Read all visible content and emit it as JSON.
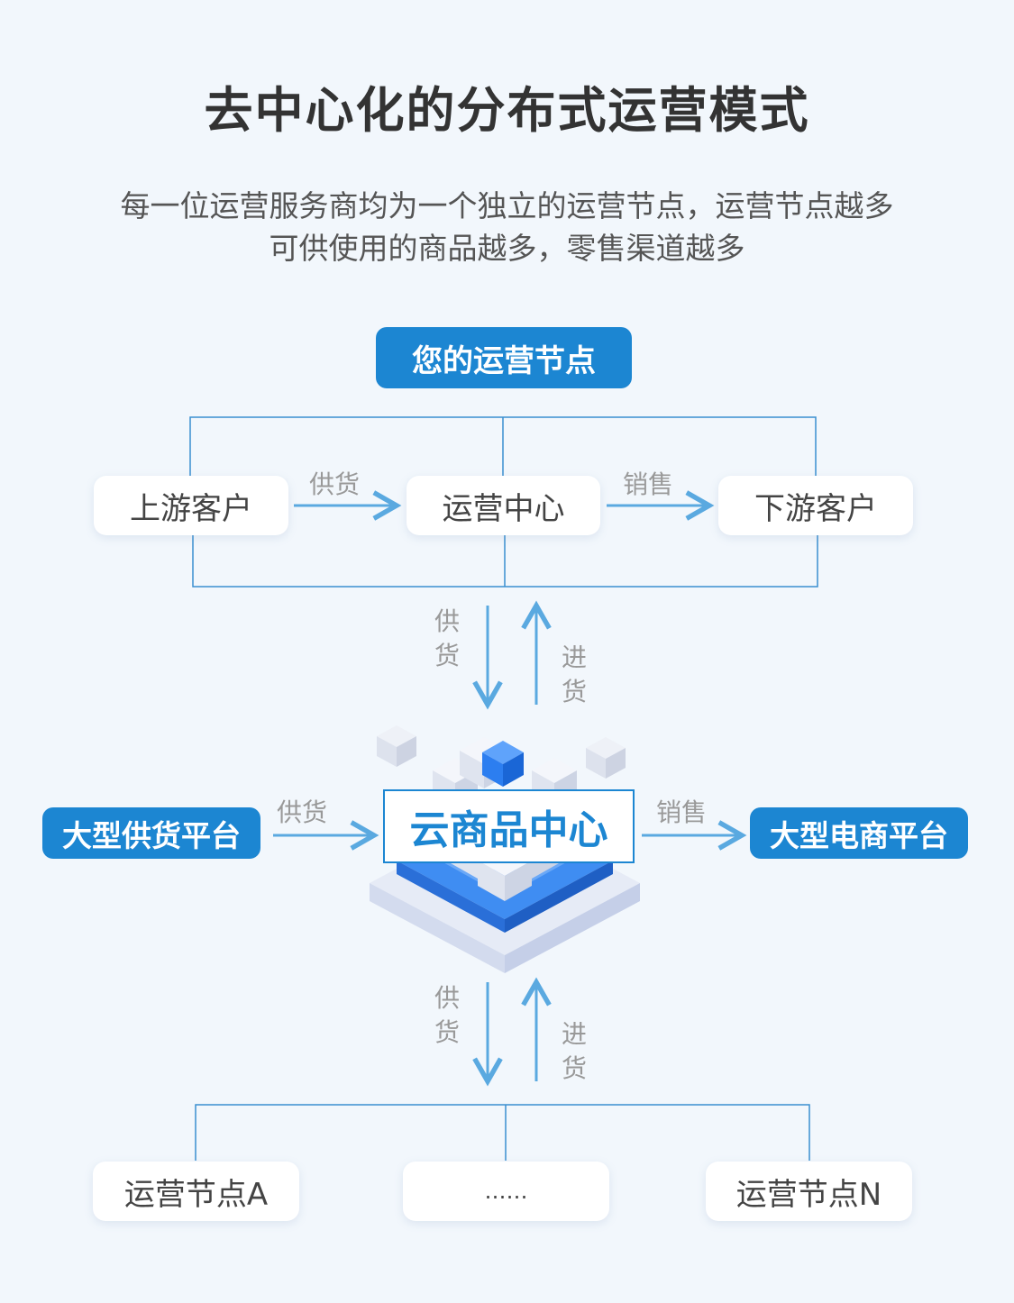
{
  "title": "去中心化的分布式运营模式",
  "subtitle": {
    "line1": "每一位运营服务商均为一个独立的运营节点，运营节点越多",
    "line2": "可供使用的商品越多，零售渠道越多"
  },
  "top_node": {
    "label": "您的运营节点"
  },
  "flow": {
    "upstream": "上游客户",
    "center": "运营中心",
    "downstream": "下游客户",
    "supply_label": "供货",
    "sell_label": "销售"
  },
  "vertical_labels": {
    "down": "供货",
    "up": "进货"
  },
  "hub": {
    "label": "云商品中心",
    "left_platform": "大型供货平台",
    "right_platform": "大型电商平台",
    "left_arrow_label": "供货",
    "right_arrow_label": "销售"
  },
  "bottom_nodes": [
    "运营节点A",
    "……",
    "运营节点N"
  ],
  "colors": {
    "accent": "#1c86d2",
    "arrow": "#5aa9e0",
    "line": "#3a8fd0",
    "background": "#f2f7fc"
  }
}
